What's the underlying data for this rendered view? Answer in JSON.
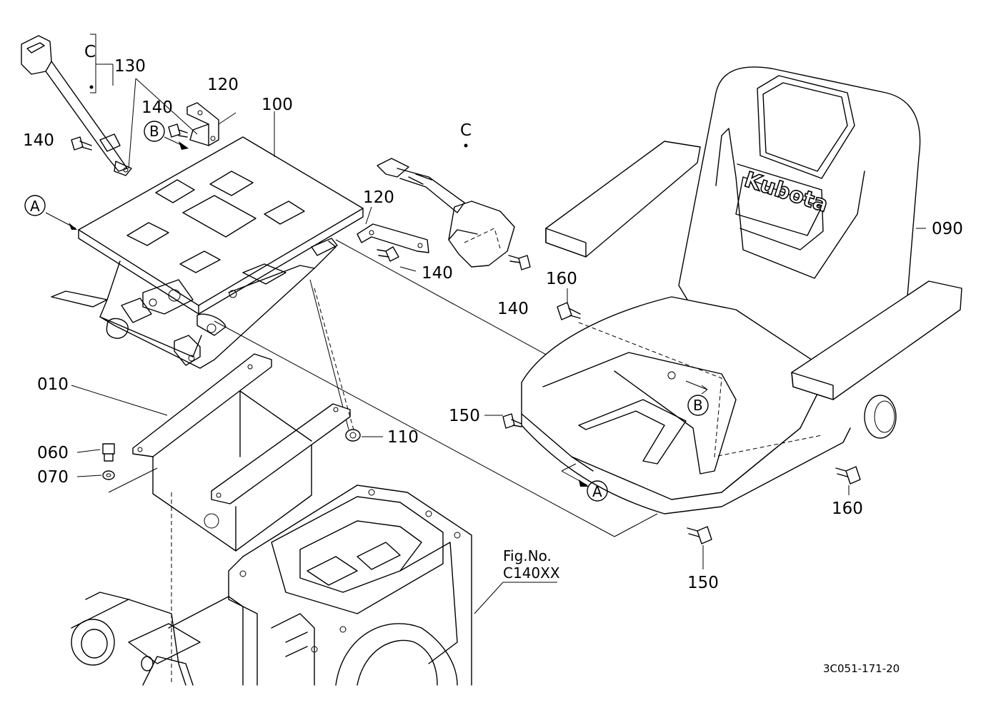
{
  "labels": {
    "l130": "130",
    "l120a": "120",
    "l100": "100",
    "l140a": "140",
    "l140b": "140",
    "l140c": "140",
    "l140d": "140",
    "l120b": "120",
    "l090": "090",
    "l160a": "160",
    "l160b": "160",
    "l150a": "150",
    "l150b": "150",
    "l010": "010",
    "l110": "110",
    "l060": "060",
    "l070": "070",
    "refC1": "C",
    "refC2": "C",
    "refA1": "A",
    "refA2": "A",
    "refB1": "B",
    "refB2": "B",
    "fig_line1": "Fig.No.",
    "fig_line2": "C140XX",
    "drawing_code": "3C051-171-20",
    "logo": "Kubota"
  }
}
